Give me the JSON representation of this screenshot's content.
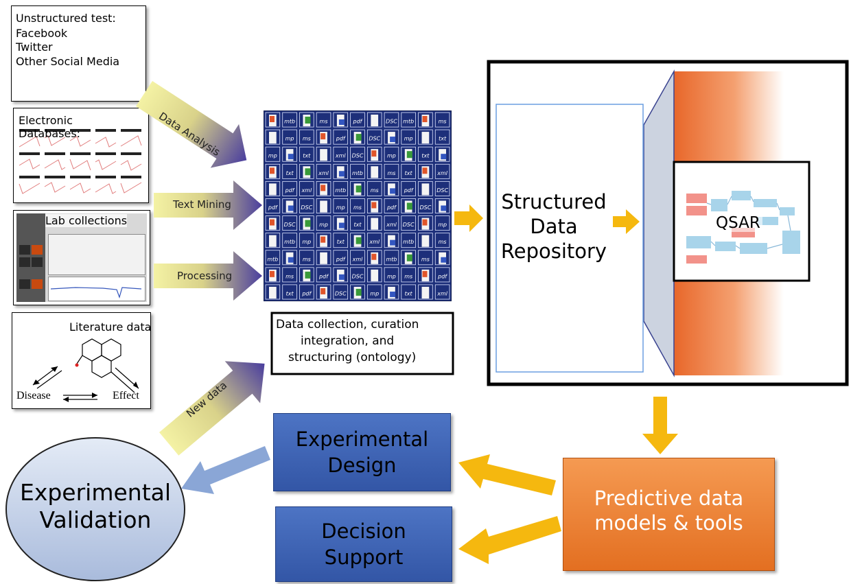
{
  "sources": {
    "social": {
      "title": "Unstructured test:",
      "lines": [
        "Facebook",
        "Twitter",
        "Other Social Media"
      ]
    },
    "electronic": {
      "title_line1": "Electronic",
      "title_line2": "Databases:"
    },
    "lab": {
      "title": "Lab collections"
    },
    "literature": {
      "title": "Literature data",
      "disease": "Disease",
      "effect": "Effect"
    }
  },
  "arrows": {
    "data_analysis": "Data Analysis",
    "text_mining": "Text Mining",
    "processing": "Processing",
    "new_data": "New data"
  },
  "file_grid": {
    "tiles": [
      "DSC",
      "mtb",
      "mp",
      "ms",
      "txt",
      "pdf",
      "xml"
    ]
  },
  "collection": {
    "line1": "Data collection, curation",
    "line2": "integration, and",
    "line3": "structuring (ontology)"
  },
  "repository": {
    "line1": "Structured",
    "line2": "Data",
    "line3": "Repository",
    "qsar": "QSAR"
  },
  "predictive": {
    "line1": "Predictive data",
    "line2": "models & tools"
  },
  "design": {
    "line1": "Experimental",
    "line2": "Design"
  },
  "decision": {
    "line1": "Decision",
    "line2": "Support"
  },
  "validation": {
    "line1": "Experimental",
    "line2": "Validation"
  },
  "colors": {
    "blue_box": "#3f67b8",
    "orange_box": "#f0853a",
    "yellow_arrow": "#f5b80f",
    "grid_blue": "#1d2f7a",
    "purple_arrow": "#5a4aa5",
    "validation_fill": "#c9d5ea"
  }
}
